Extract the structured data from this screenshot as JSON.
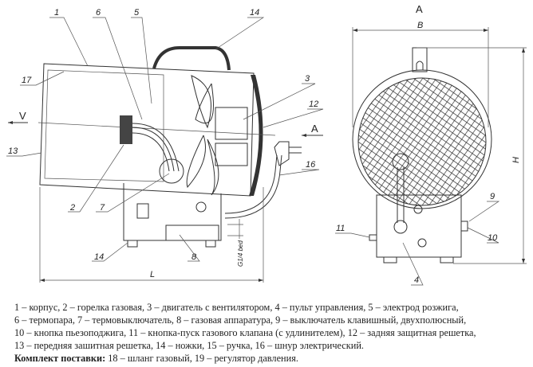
{
  "labels": {
    "n1": "1",
    "n6": "6",
    "n5": "5",
    "n14a": "14",
    "n17": "17",
    "n3": "3",
    "n12": "12",
    "v": "V",
    "a_arrow": "A",
    "n13": "13",
    "n16": "16",
    "n2": "2",
    "n7": "7",
    "n14b": "14",
    "n8": "8",
    "thread": "G1/4 bed",
    "l": "L",
    "view_a": "A",
    "b": "B",
    "h": "H",
    "n9": "9",
    "n11": "11",
    "n10": "10",
    "n4": "4"
  },
  "caption": {
    "line1": "1 – корпус, 2 – горелка газовая, 3 – двигатель с вентилятором, 4 – пульт управления, 5 – электрод розжига,",
    "line2": "6 – термопара, 7 – термовыключатель, 8 – газовая аппаратура, 9 – выключатель клавишный, двухполюсный,",
    "line3": "10 – кнопка пьезоподжига, 11 – кнопка-пуск газового клапана (с удлинителем), 12 – задняя защитная решетка,",
    "line4": "13 – передняя зашитная решетка, 14 – ножки, 15 – ручка, 16 – шнур электрический.",
    "kit_label": "Комплект поставки:",
    "kit_text": " 18 – шланг газовый, 19 – регулятор давления."
  }
}
